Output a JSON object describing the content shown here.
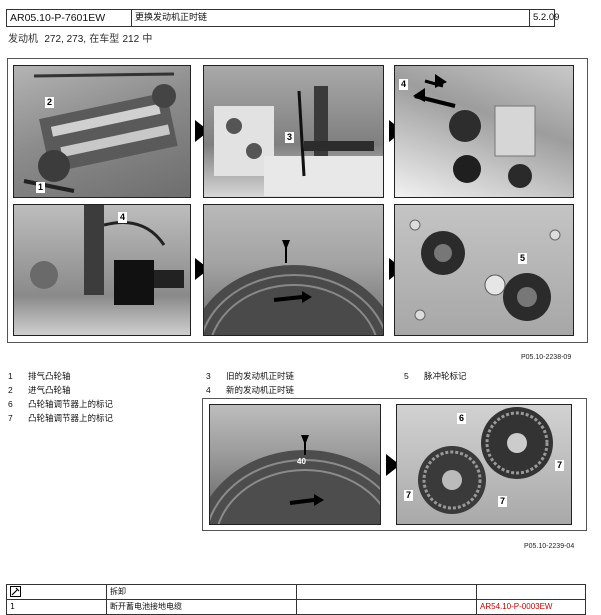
{
  "header": {
    "doc_code": "AR05.10-P-7601EW",
    "title": "更换发动机正时链",
    "date": "5.2.09"
  },
  "subtitle": {
    "label": "发动机",
    "engines": "272, 273,",
    "suffix": "在车型",
    "model": "212",
    "tail": "中"
  },
  "figure1": {
    "ref": "P05.10-2238-09",
    "callouts": [
      "2",
      "1",
      "3",
      "4",
      "4",
      "5"
    ]
  },
  "figure2": {
    "ref": "P05.10-2239-04",
    "callouts": [
      "6",
      "7",
      "7",
      "7"
    ],
    "scale_label": "40"
  },
  "legend": [
    {
      "num": "1",
      "text": "排气凸轮轴"
    },
    {
      "num": "2",
      "text": "进气凸轮轴"
    },
    {
      "num": "6",
      "text": "凸轮轴调节器上的标记"
    },
    {
      "num": "7",
      "text": "凸轮轴调节器上的标记"
    },
    {
      "num": "3",
      "text": "旧的发动机正时链"
    },
    {
      "num": "4",
      "text": "新的发动机正时链"
    },
    {
      "num": "5",
      "text": "脉冲轮标记"
    }
  ],
  "table": {
    "header_icon": "wrench-icon",
    "header_label": "拆卸",
    "row1_num": "1",
    "row1_text": "断开蓄电池接地电缆",
    "row1_ref": "AR54.10-P-0003EW"
  }
}
